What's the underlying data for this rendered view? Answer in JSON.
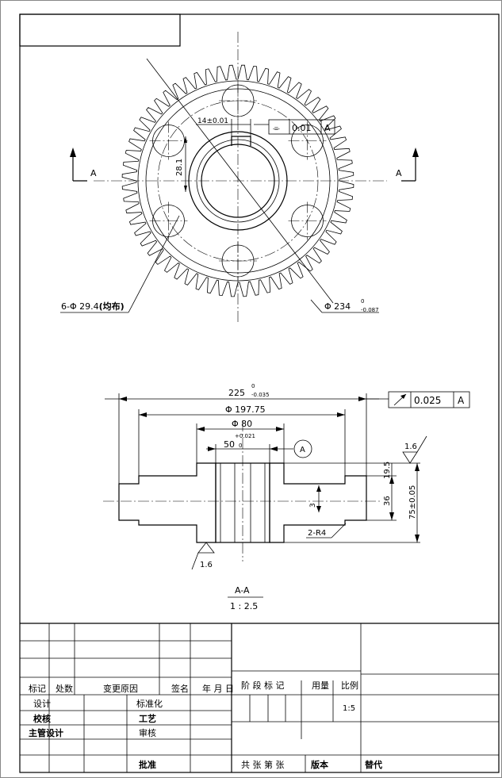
{
  "drawing": {
    "section_mark_left": "A",
    "section_mark_right": "A",
    "hole_callout": "6-Φ 29.4",
    "hole_callout_suffix": "(均布)",
    "bore_dia_prefix": "Φ 234",
    "bore_dia_upper": "0",
    "bore_dia_lower": "-0.087",
    "keyway_dim": "14±0.01",
    "keyway_depth": "28.1",
    "sym_tol_value": "0.01",
    "sym_tol_datum": "A",
    "sym_symbol": "⌯",
    "len_225": "225",
    "len_225_upper": "0",
    "len_225_lower": "-0.035",
    "dia_19775": "Φ 197.75",
    "dia_80": "Φ 80",
    "bore_50": "50",
    "bore_50_upper": "+0.021",
    "bore_50_lower": "0",
    "datum_a": "A",
    "runout_value": "0.025",
    "runout_datum": "A",
    "rough_top": "1.6",
    "rough_bottom": "1.6",
    "dim_195": "19.5",
    "dim_36": "36",
    "dim_75": "75±0.05",
    "dim_r4": "2-R4",
    "dim_vert_small": "3",
    "section_title": "A-A",
    "section_scale": "1 : 2.5"
  },
  "title_block": {
    "hdr_mark": "标记",
    "hdr_count": "处数",
    "hdr_reason": "变更原因",
    "hdr_sign": "签名",
    "hdr_date": "年 月 日",
    "hdr_stage": "阶 段 标 记",
    "hdr_qty": "用量",
    "hdr_scale": "比例",
    "row_design": "设计",
    "row_standard": "标准化",
    "row_check": "校核",
    "row_process": "工艺",
    "row_supervise": "主管设计",
    "row_review": "审核",
    "row_approve": "批准",
    "scale_value": "1:5",
    "sheets": "共   张 第   张",
    "version": "版本",
    "replace": "替代"
  }
}
